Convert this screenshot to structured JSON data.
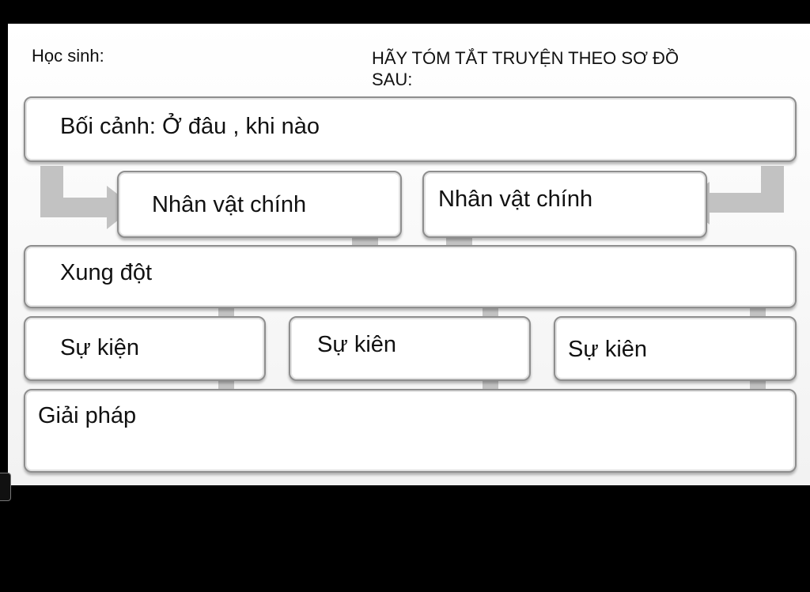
{
  "header": {
    "student_label": "Học sinh:",
    "title": "HÃY TÓM TẮT TRUYỆN THEO SƠ ĐỒ SAU:"
  },
  "diagram": {
    "setting": "Bối cảnh: Ở đâu , khi nào",
    "main_character_1": "Nhân vật chính",
    "main_character_2": "Nhân vật chính",
    "conflict": "Xung đột",
    "event_1": "Sự kiện",
    "event_2": "Sự kiên",
    "event_3": "Sự kiên",
    "solution": "Giải pháp"
  },
  "colors": {
    "arrow": "#c2c2c2",
    "box_border": "#8e8e8e",
    "sheet": "#ffffff",
    "frame": "#000000"
  }
}
